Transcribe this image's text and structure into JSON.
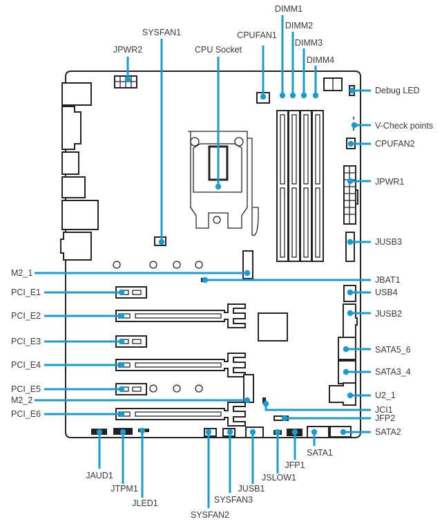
{
  "accent_color": "#1a9bd0",
  "callouts": [
    {
      "id": "jpwr2",
      "text": "JPWR2"
    },
    {
      "id": "sysfan1",
      "text": "SYSFAN1"
    },
    {
      "id": "cpu-socket",
      "text": "CPU Socket"
    },
    {
      "id": "cpufan1",
      "text": "CPUFAN1"
    },
    {
      "id": "dimm1",
      "text": "DIMM1"
    },
    {
      "id": "dimm2",
      "text": "DIMM2"
    },
    {
      "id": "dimm3",
      "text": "DIMM3"
    },
    {
      "id": "dimm4",
      "text": "DIMM4"
    },
    {
      "id": "debug-led",
      "text": "Debug LED"
    },
    {
      "id": "v-check-points",
      "text": "V-Check points"
    },
    {
      "id": "cpufan2",
      "text": "CPUFAN2"
    },
    {
      "id": "jpwr1",
      "text": "JPWR1"
    },
    {
      "id": "jusb3",
      "text": "JUSB3"
    },
    {
      "id": "jbat1",
      "text": "JBAT1"
    },
    {
      "id": "usb4",
      "text": "USB4"
    },
    {
      "id": "jusb2",
      "text": "JUSB2"
    },
    {
      "id": "sata5-6",
      "text": "SATA5_6"
    },
    {
      "id": "sata3-4",
      "text": "SATA3_4"
    },
    {
      "id": "u2-1",
      "text": "U2_1"
    },
    {
      "id": "jci1",
      "text": "JCI1"
    },
    {
      "id": "jfp2",
      "text": "JFP2"
    },
    {
      "id": "sata2",
      "text": "SATA2"
    },
    {
      "id": "m2-1",
      "text": "M2_1"
    },
    {
      "id": "pci-e1",
      "text": "PCI_E1"
    },
    {
      "id": "pci-e2",
      "text": "PCI_E2"
    },
    {
      "id": "pci-e3",
      "text": "PCI_E3"
    },
    {
      "id": "pci-e4",
      "text": "PCI_E4"
    },
    {
      "id": "pci-e5",
      "text": "PCI_E5"
    },
    {
      "id": "m2-2",
      "text": "M2_2"
    },
    {
      "id": "pci-e6",
      "text": "PCI_E6"
    },
    {
      "id": "jaud1",
      "text": "JAUD1"
    },
    {
      "id": "jtpm1",
      "text": "JTPM1"
    },
    {
      "id": "jled1",
      "text": "JLED1"
    },
    {
      "id": "sysfan2",
      "text": "SYSFAN2"
    },
    {
      "id": "sysfan3",
      "text": "SYSFAN3"
    },
    {
      "id": "jusb1",
      "text": "JUSB1"
    },
    {
      "id": "jslow1",
      "text": "JSLOW1"
    },
    {
      "id": "jfp1",
      "text": "JFP1"
    },
    {
      "id": "sata1",
      "text": "SATA1"
    }
  ]
}
